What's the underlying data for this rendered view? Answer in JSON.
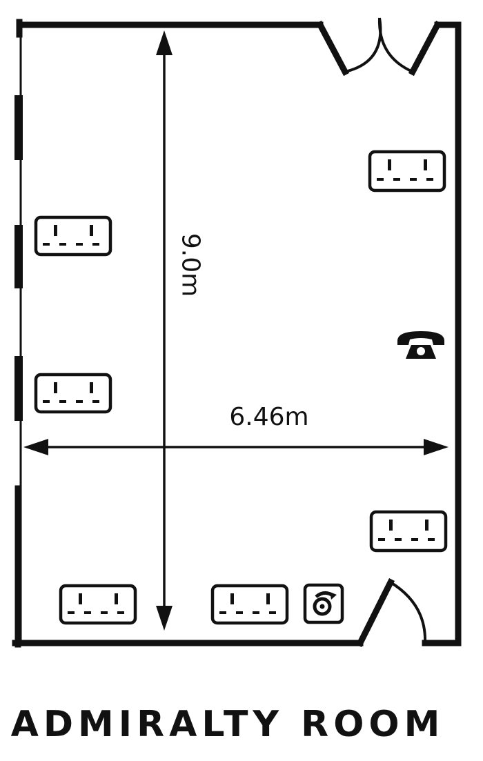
{
  "room": {
    "title": "ADMIRALTY ROOM"
  },
  "dimensions": {
    "length": "9.0m",
    "width": "6.46m"
  },
  "icons": {
    "power_socket": "power-socket-icon",
    "telephone": "telephone-icon",
    "data_point": "data-point-icon",
    "double_door": "double-door-icon",
    "single_door": "single-door-icon",
    "window": "window-icon"
  },
  "colors": {
    "ink": "#111111",
    "background": "#ffffff"
  }
}
